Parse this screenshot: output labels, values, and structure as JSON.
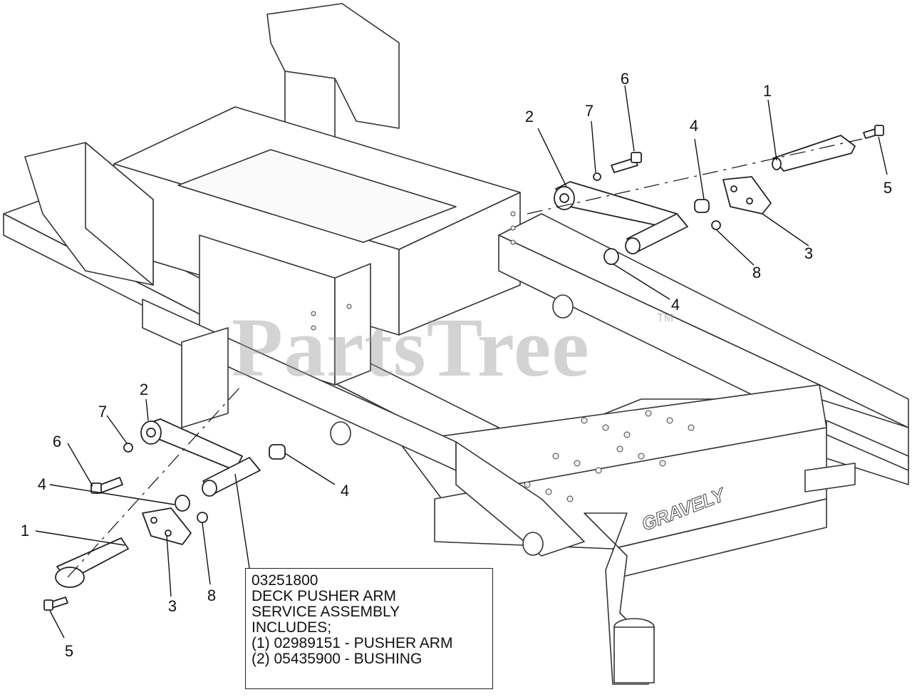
{
  "watermark": {
    "text": "PartsTree",
    "trademark": "TM"
  },
  "frame_marking": "GRAVELY",
  "note_box": {
    "lines": [
      "03251800",
      "DECK PUSHER ARM",
      "SERVICE ASSEMBLY",
      "INCLUDES;",
      "(1) 02989151 - PUSHER ARM",
      "(2) 05435900 - BUSHING"
    ]
  },
  "callouts": {
    "right_1": "1",
    "right_2": "2",
    "right_3": "3",
    "right_4_top": "4",
    "right_4_bottom": "4",
    "right_5": "5",
    "right_6": "6",
    "right_7": "7",
    "right_8": "8",
    "left_1": "1",
    "left_2": "2",
    "left_3": "3",
    "left_4_left": "4",
    "left_4_right": "4",
    "left_5": "5",
    "left_6": "6",
    "left_7": "7",
    "left_8": "8"
  },
  "colors": {
    "line": "#222222",
    "frame_fill": "#ffffff",
    "watermark": "#969696"
  }
}
